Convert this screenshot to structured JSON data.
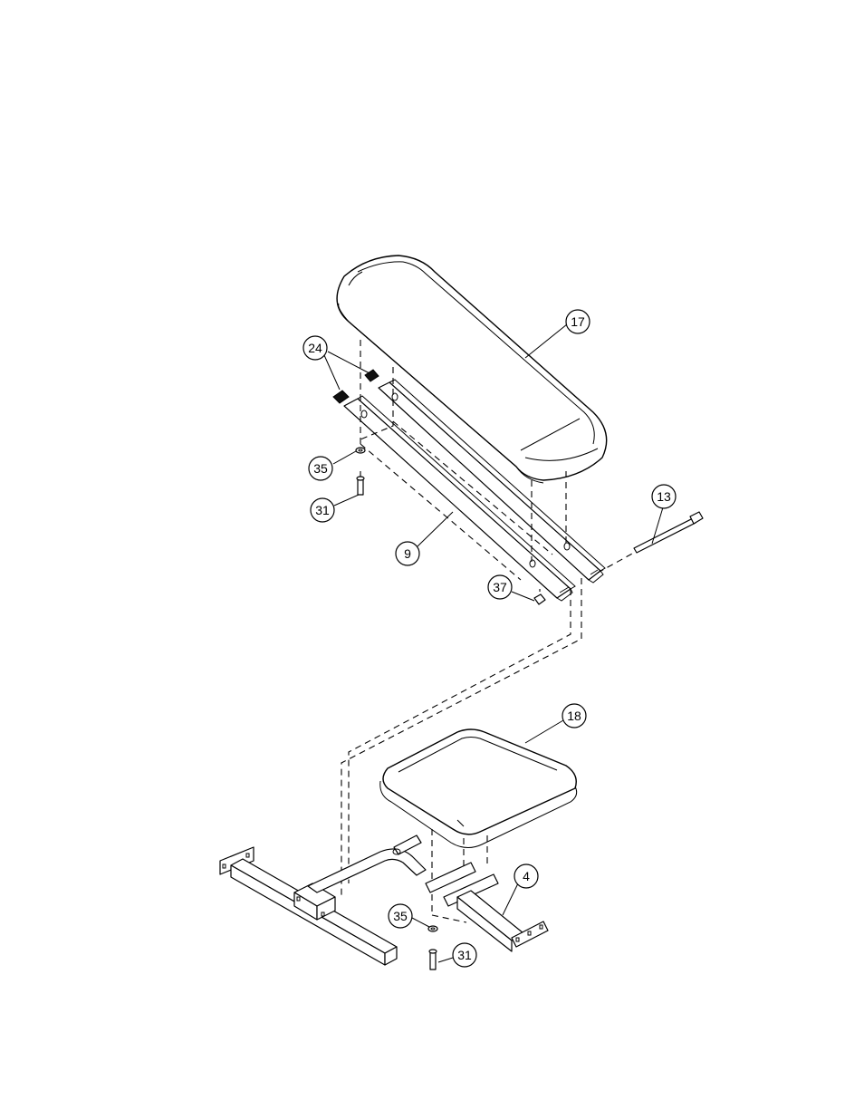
{
  "callouts": {
    "p17": "17",
    "p24": "24",
    "p35_top": "35",
    "p31_top": "31",
    "p9": "9",
    "p13": "13",
    "p37": "37",
    "p18": "18",
    "p4": "4",
    "p35_bottom": "35",
    "p31_bottom": "31"
  }
}
